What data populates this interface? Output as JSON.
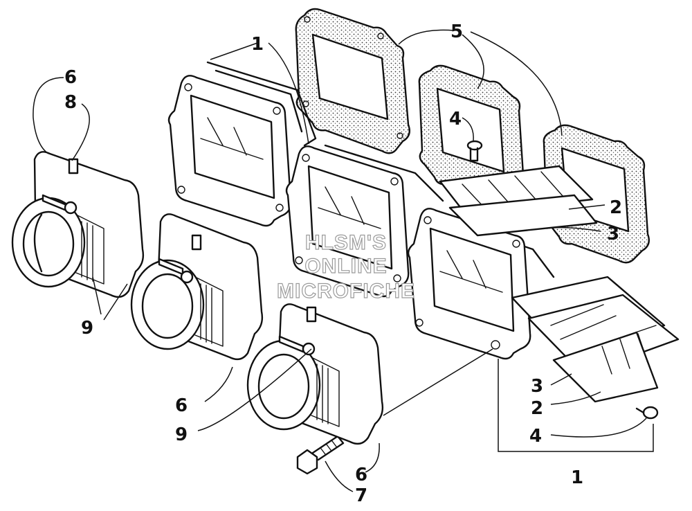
{
  "diagram": {
    "callouts": [
      {
        "id": "c1-top",
        "label": "1"
      },
      {
        "id": "c5",
        "label": "5"
      },
      {
        "id": "c6-top",
        "label": "6"
      },
      {
        "id": "c8",
        "label": "8"
      },
      {
        "id": "c4-top",
        "label": "4"
      },
      {
        "id": "c2-top",
        "label": "2"
      },
      {
        "id": "c3-top",
        "label": "3"
      },
      {
        "id": "c9-left",
        "label": "9"
      },
      {
        "id": "c6-mid",
        "label": "6"
      },
      {
        "id": "c9-mid",
        "label": "9"
      },
      {
        "id": "c3-bottom",
        "label": "3"
      },
      {
        "id": "c2-bottom",
        "label": "2"
      },
      {
        "id": "c4-bottom",
        "label": "4"
      },
      {
        "id": "c1-bottom",
        "label": "1"
      },
      {
        "id": "c6-bottom",
        "label": "6"
      },
      {
        "id": "c7",
        "label": "7"
      }
    ]
  },
  "watermark": {
    "lines": [
      "HLSM'S",
      "ONLINE",
      "MICROFICHE"
    ]
  }
}
